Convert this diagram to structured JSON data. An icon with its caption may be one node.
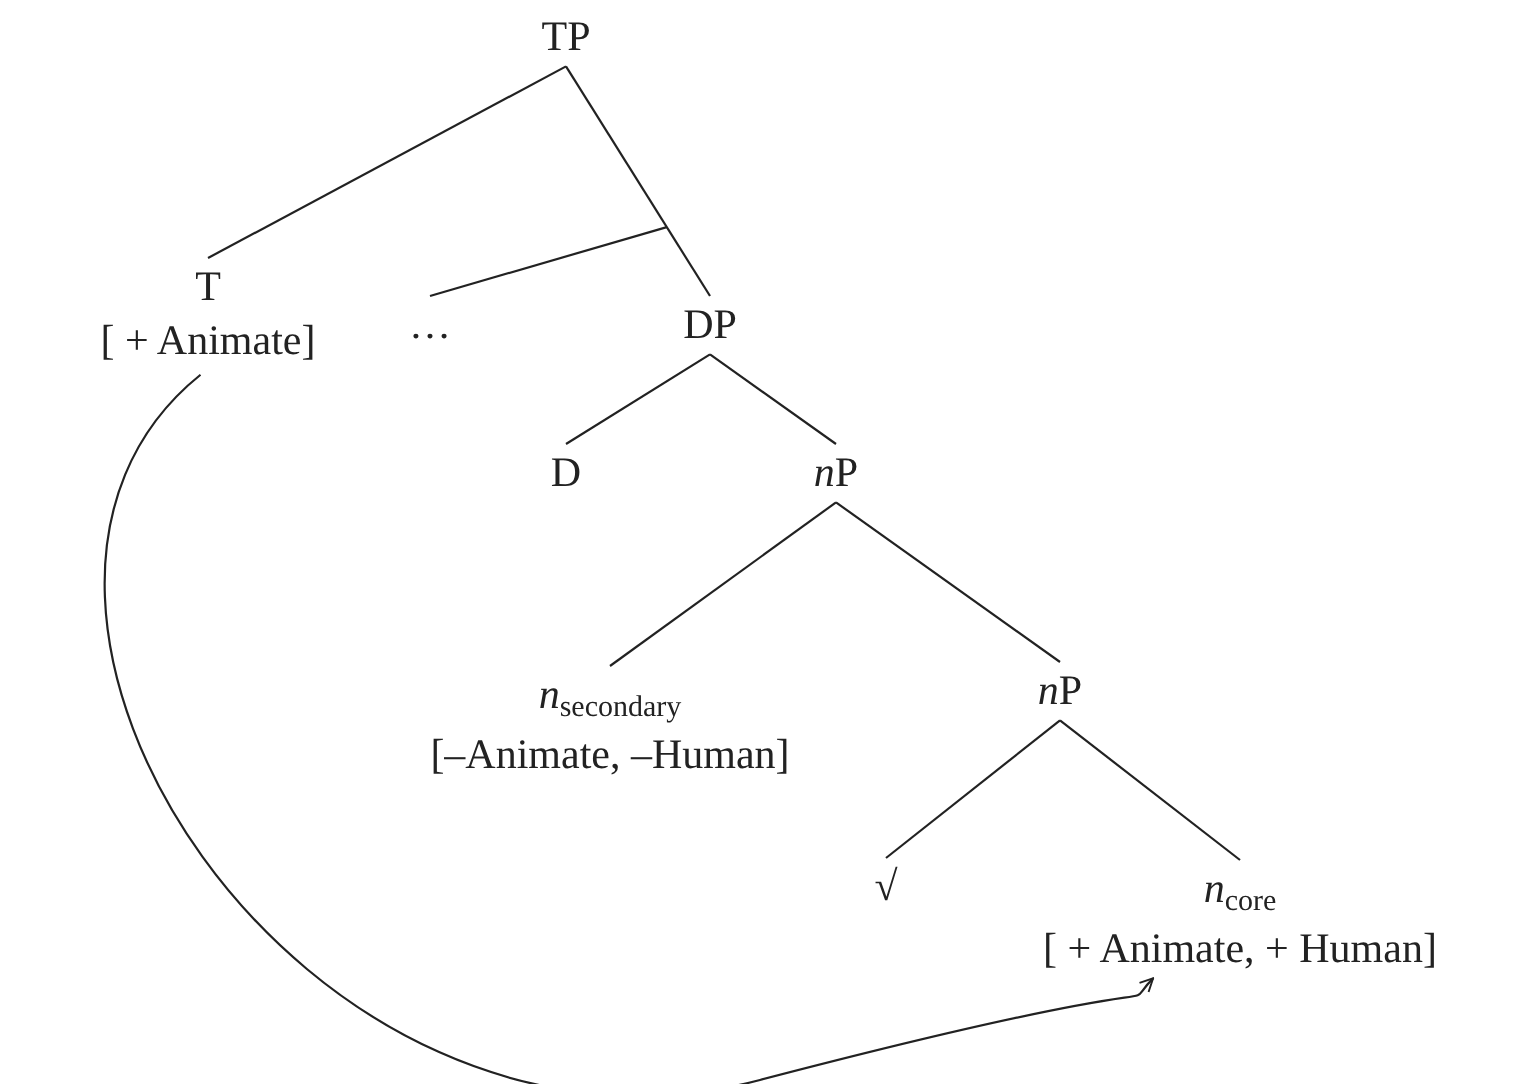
{
  "diagram": {
    "nodes": [
      {
        "text": [
          "TP"
        ]
      },
      {
        "text": [
          "T",
          "[ + Animate]"
        ]
      },
      {
        "text": [
          "…"
        ]
      },
      {
        "text": [
          "DP"
        ]
      },
      {
        "text": [
          "D"
        ]
      },
      {
        "text": [
          "*n*​P"
        ]
      },
      {
        "text": [
          "*n*$_{secondary}$",
          "[–Animate, –Human]"
        ]
      },
      {
        "text": [
          "*n*​P"
        ]
      },
      {
        "text": [
          "√"
        ]
      },
      {
        "text": [
          "*n*$_{core}$",
          "[ + Animate, + Human]"
        ]
      }
    ],
    "edges": [
      {
        "from": 0,
        "to": 1,
        "arrow": "none"
      },
      {
        "from": 0,
        "to": 3,
        "arrow": "none"
      },
      {
        "from": null,
        "to": 2,
        "arrow": "none"
      },
      {
        "from": 3,
        "to": 4,
        "arrow": "none"
      },
      {
        "from": 3,
        "to": 5,
        "arrow": "none"
      },
      {
        "from": 5,
        "to": 6,
        "arrow": "none"
      },
      {
        "from": 5,
        "to": 7,
        "arrow": "none"
      },
      {
        "from": 7,
        "to": 8,
        "arrow": "none"
      },
      {
        "from": 7,
        "to": 9,
        "arrow": "none"
      },
      {
        "from": 1,
        "to": 9,
        "arrow": "to"
      }
    ]
  }
}
